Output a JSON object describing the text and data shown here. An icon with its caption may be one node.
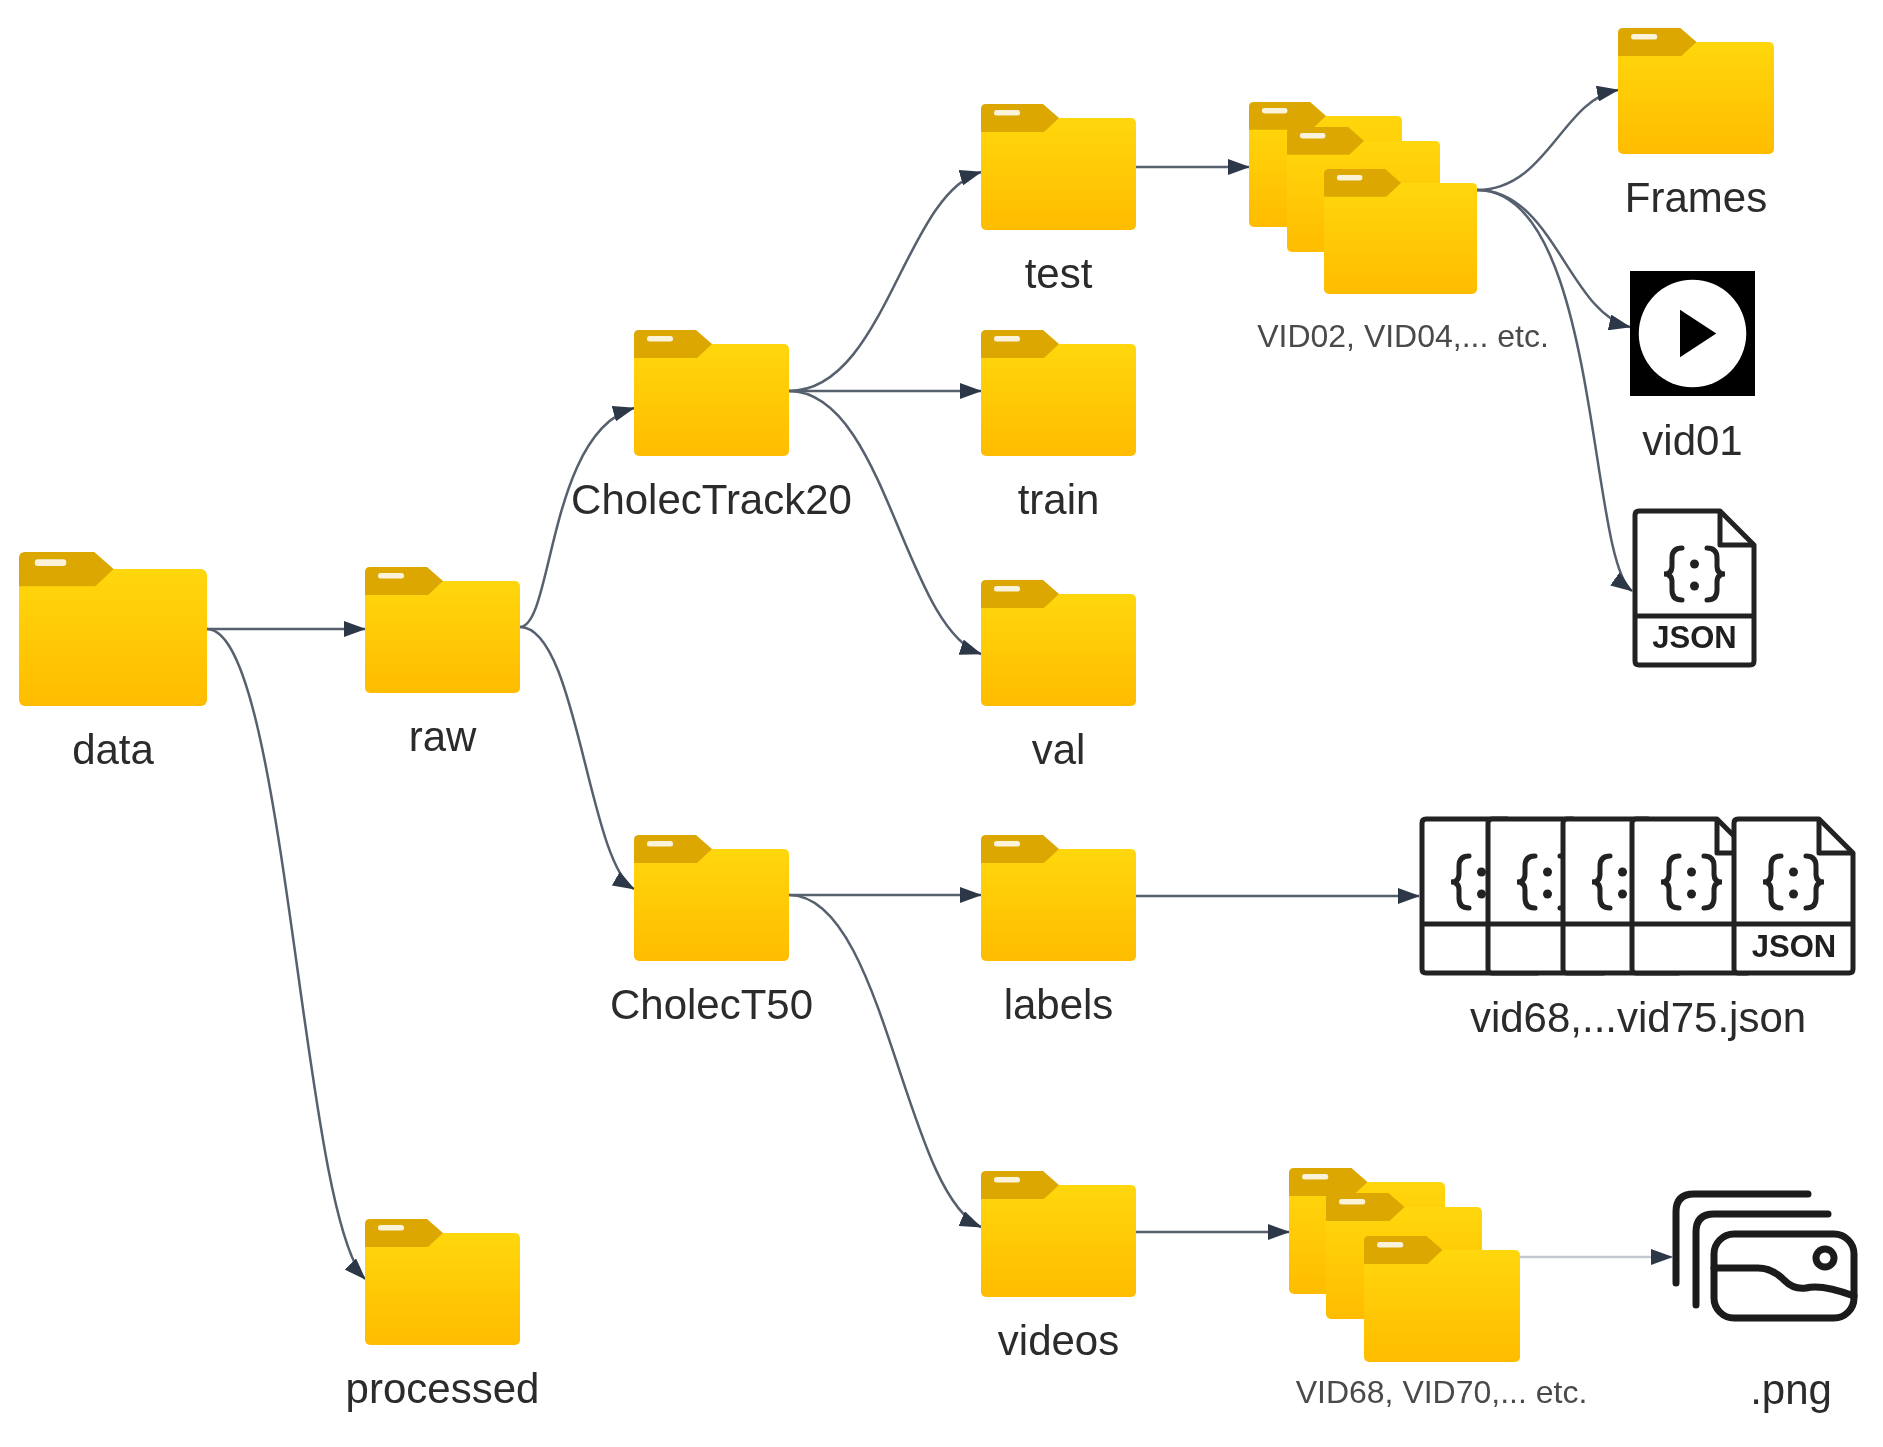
{
  "diagram": {
    "nodes": [
      {
        "text": [
          "data"
        ]
      },
      {
        "text": [
          "raw"
        ]
      },
      {
        "text": [
          "CholecTrack20"
        ]
      },
      {
        "text": [
          "test"
        ]
      },
      {
        "text": [
          "train"
        ]
      },
      {
        "text": [
          "val"
        ]
      },
      {
        "text": [
          "VID02, VID04,... etc."
        ]
      },
      {
        "text": [
          "Frames"
        ]
      },
      {
        "text": [
          "vid01"
        ]
      },
      {
        "text": [
          "JSON"
        ]
      },
      {
        "text": [
          "CholecT50"
        ]
      },
      {
        "text": [
          "labels"
        ]
      },
      {
        "text": [
          "JSON",
          "vid68,...vid75.json"
        ]
      },
      {
        "text": [
          "videos"
        ]
      },
      {
        "text": [
          "VID68, VID70,... etc."
        ]
      },
      {
        "text": [
          ".png"
        ]
      },
      {
        "text": [
          "processed"
        ]
      }
    ],
    "edges": [
      {
        "from": 0,
        "to": 1,
        "arrow": "to"
      },
      {
        "from": 0,
        "to": 16,
        "arrow": "to"
      },
      {
        "from": 1,
        "to": 2,
        "arrow": "to"
      },
      {
        "from": 1,
        "to": 10,
        "arrow": "to"
      },
      {
        "from": 2,
        "to": 3,
        "arrow": "to"
      },
      {
        "from": 2,
        "to": 4,
        "arrow": "to"
      },
      {
        "from": 2,
        "to": 5,
        "arrow": "to"
      },
      {
        "from": 3,
        "to": 6,
        "arrow": "to"
      },
      {
        "from": 6,
        "to": 7,
        "arrow": "to"
      },
      {
        "from": 6,
        "to": 8,
        "arrow": "to"
      },
      {
        "from": 6,
        "to": 9,
        "arrow": "to"
      },
      {
        "from": 10,
        "to": 11,
        "arrow": "to"
      },
      {
        "from": 10,
        "to": 13,
        "arrow": "to"
      },
      {
        "from": 11,
        "to": 12,
        "arrow": "to"
      },
      {
        "from": 13,
        "to": 14,
        "arrow": "to"
      },
      {
        "from": 14,
        "to": 15,
        "arrow": "to",
        "color": "#c3c9d1"
      }
    ]
  }
}
